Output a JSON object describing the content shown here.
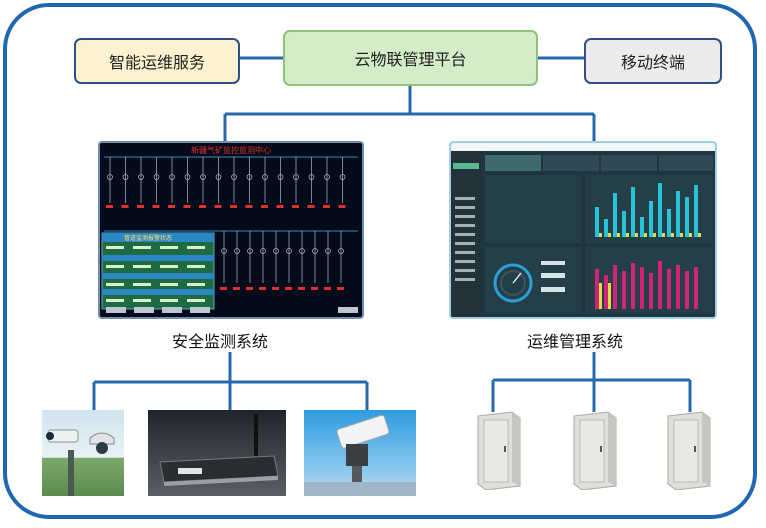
{
  "nodes": {
    "left": "智能运维服务",
    "center": "云物联管理平台",
    "right": "移动终端"
  },
  "labels": {
    "safety_system": "安全监测系统",
    "ops_system": "运维管理系统"
  },
  "safety_screen": {
    "title": "新疆气矿监控监测中心",
    "panel_title": "管道监测报警状态"
  },
  "colors": {
    "frame": "#1f67b3",
    "connector": "#2a68ad",
    "left_node_fill": "#fdf2cf",
    "center_node_fill": "#d4ecc7",
    "right_node_fill": "#ececec",
    "safety_screen_bg": "#050b1a",
    "ops_screen_bg": "#1f3640"
  },
  "devices": {
    "safety": [
      "camera-icon",
      "nvr-recorder-icon",
      "ptz-camera-icon"
    ],
    "ops": [
      "cabinet-icon",
      "cabinet-icon",
      "cabinet-icon"
    ]
  }
}
